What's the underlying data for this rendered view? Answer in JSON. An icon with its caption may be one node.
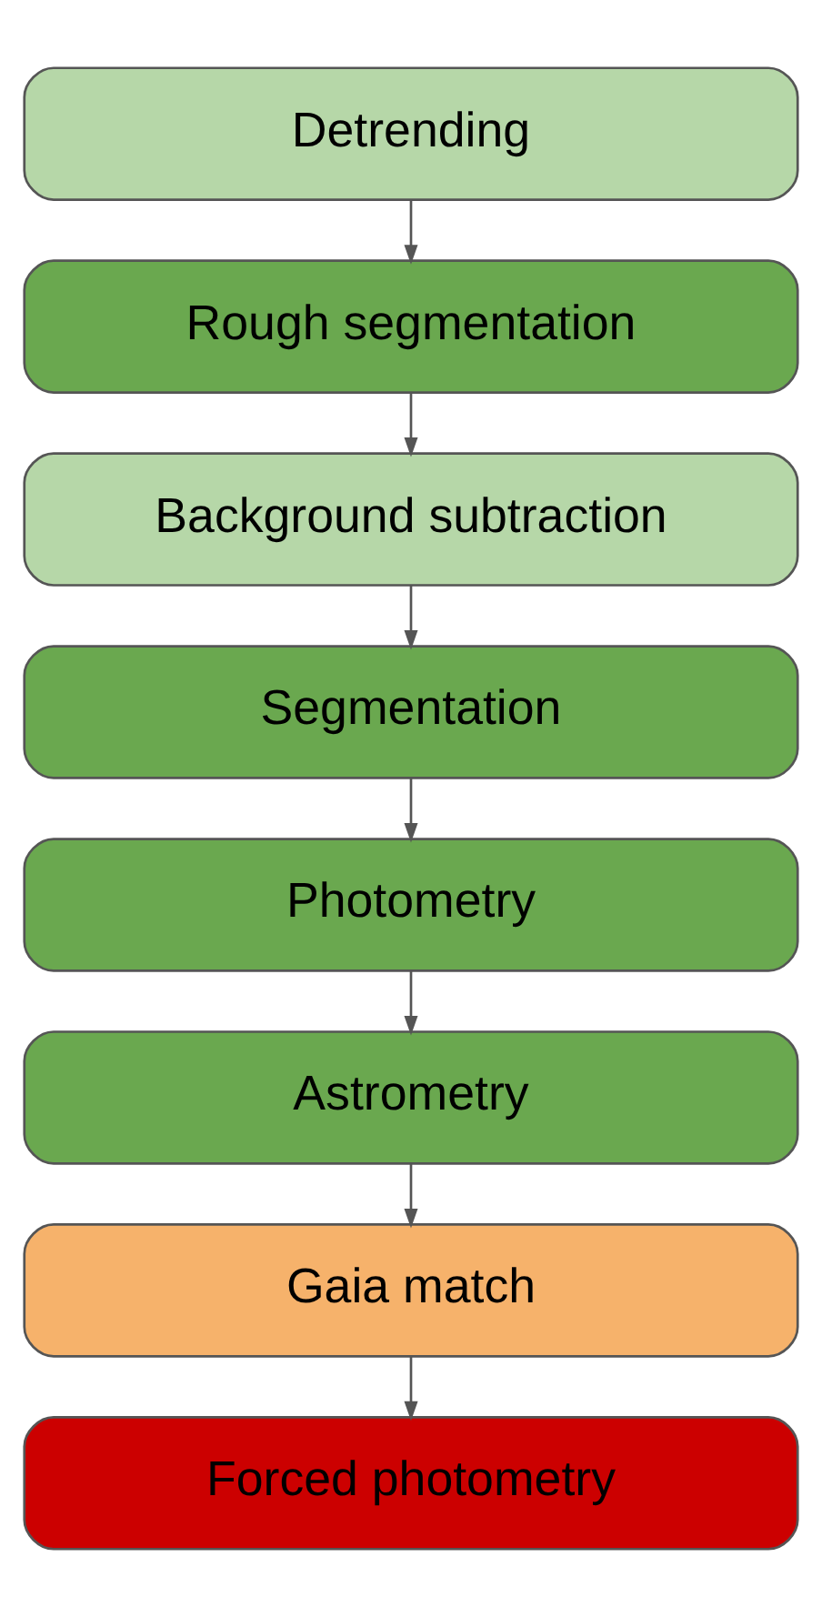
{
  "diagram": {
    "nodes": [
      {
        "text": [
          "Detrending"
        ]
      },
      {
        "text": [
          "Rough segmentation"
        ]
      },
      {
        "text": [
          "Background subtraction"
        ]
      },
      {
        "text": [
          "Segmentation"
        ]
      },
      {
        "text": [
          "Photometry"
        ]
      },
      {
        "text": [
          "Astrometry"
        ]
      },
      {
        "text": [
          "Gaia match"
        ]
      },
      {
        "text": [
          "Forced photometry"
        ]
      }
    ],
    "edges": [
      {
        "from": 0,
        "to": 1,
        "arrow": "to"
      },
      {
        "from": 1,
        "to": 2,
        "arrow": "to"
      },
      {
        "from": 2,
        "to": 3,
        "arrow": "to"
      },
      {
        "from": 3,
        "to": 4,
        "arrow": "to"
      },
      {
        "from": 4,
        "to": 5,
        "arrow": "to"
      },
      {
        "from": 5,
        "to": 6,
        "arrow": "to"
      },
      {
        "from": 6,
        "to": 7,
        "arrow": "to"
      }
    ]
  }
}
